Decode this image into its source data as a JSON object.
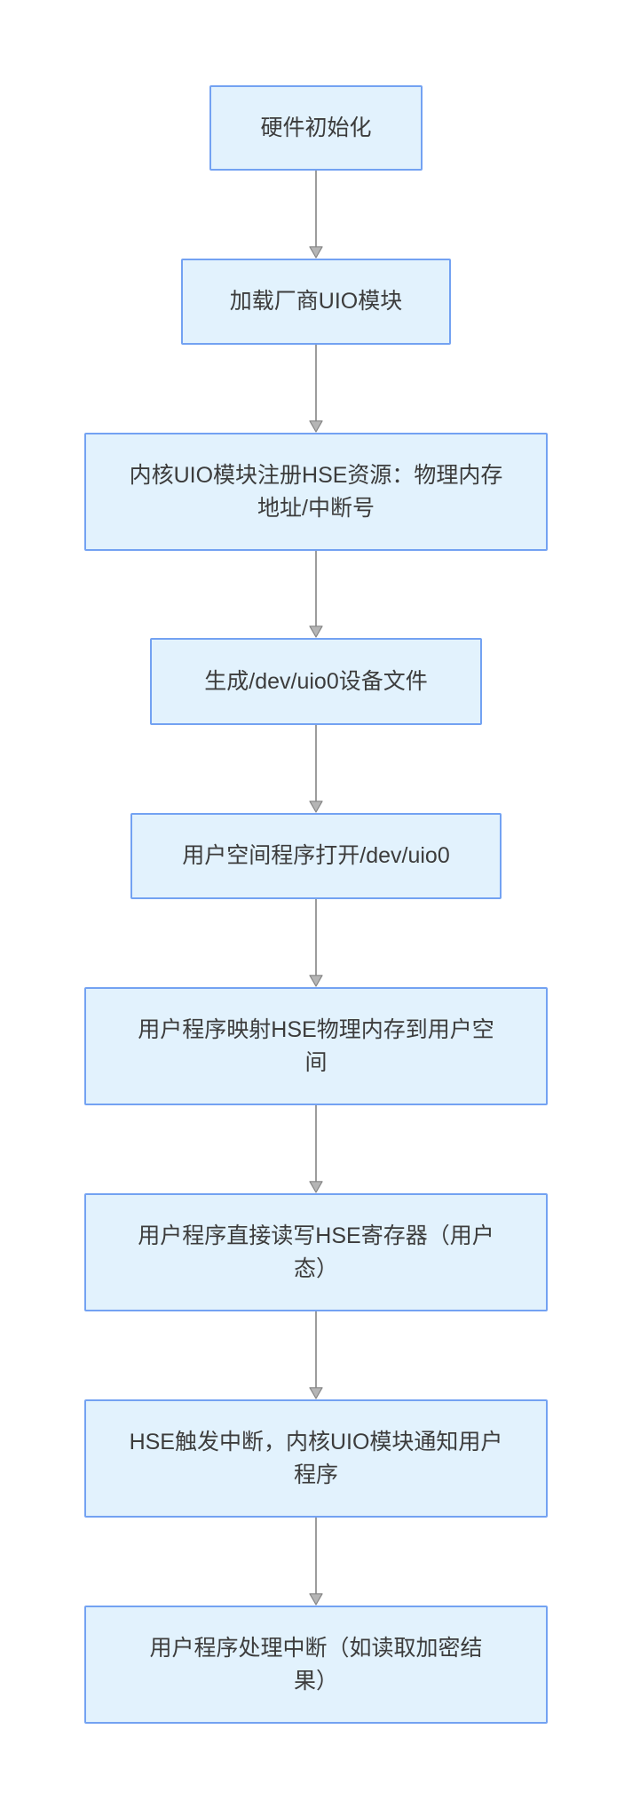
{
  "flowchart": {
    "type": "flowchart",
    "direction": "top-down",
    "nodes": [
      {
        "id": 1,
        "label": "硬件初始化",
        "lines": [
          "硬件初始化"
        ]
      },
      {
        "id": 2,
        "label": "加载厂商UIO模块",
        "lines": [
          "加载厂商UIO模块"
        ]
      },
      {
        "id": 3,
        "label": "内核UIO模块注册HSE资源：物理内存地址/中断号",
        "lines": [
          "内核UIO模块注册HSE资源：物理内存",
          "地址/中断号"
        ]
      },
      {
        "id": 4,
        "label": "生成/dev/uio0设备文件",
        "lines": [
          "生成/dev/uio0设备文件"
        ]
      },
      {
        "id": 5,
        "label": "用户空间程序打开/dev/uio0",
        "lines": [
          "用户空间程序打开/dev/uio0"
        ]
      },
      {
        "id": 6,
        "label": "用户程序映射HSE物理内存到用户空间",
        "lines": [
          "用户程序映射HSE物理内存到用户空",
          "间"
        ]
      },
      {
        "id": 7,
        "label": "用户程序直接读写HSE寄存器（用户态）",
        "lines": [
          "用户程序直接读写HSE寄存器（用户",
          "态）"
        ]
      },
      {
        "id": 8,
        "label": "HSE触发中断，内核UIO模块通知用户程序",
        "lines": [
          "HSE触发中断，内核UIO模块通知用户",
          "程序"
        ]
      },
      {
        "id": 9,
        "label": "用户程序处理中断（如读取加密结果）",
        "lines": [
          "用户程序处理中断（如读取加密结",
          "果）"
        ]
      }
    ],
    "edges": [
      {
        "from": 1,
        "to": 2
      },
      {
        "from": 2,
        "to": 3
      },
      {
        "from": 3,
        "to": 4
      },
      {
        "from": 4,
        "to": 5
      },
      {
        "from": 5,
        "to": 6
      },
      {
        "from": 6,
        "to": 7
      },
      {
        "from": 7,
        "to": 8
      },
      {
        "from": 8,
        "to": 9
      }
    ],
    "colors": {
      "background": "#ffffff",
      "node_fill": "#e2f2fd",
      "node_border": "#73a2f2",
      "text": "#3c3c3c",
      "arrow_line": "#9c9c9c",
      "arrow_head_fill": "#b5b5b5",
      "arrow_head_stroke": "#858585"
    }
  }
}
